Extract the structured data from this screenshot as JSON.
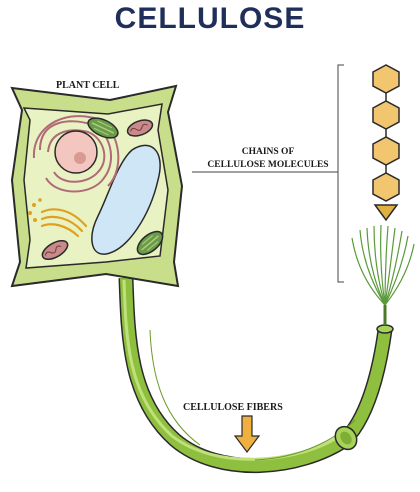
{
  "header": {
    "title": "CELLULOSE"
  },
  "labels": {
    "plant_cell": "PLANT CELL",
    "chains_line1": "CHAINS OF",
    "chains_line2": "CELLULOSE MOLECULES",
    "fibers": "CELLULOSE FIBERS"
  },
  "colors": {
    "outline": "#2a2a2a",
    "cell_wall": "#c8de8a",
    "cytoplasm": "#e9f2c2",
    "vacuole": "#cfe6f7",
    "nucleus": "#f3c7bf",
    "golgi": "#b06a78",
    "chloroplast": "#6a9a4a",
    "mitochondria": "#c88a8a",
    "hexagon": "#f1c66f",
    "fiber": "#8fbf3e",
    "arrow": "#f0b040"
  },
  "icons": [
    "chloroplast-icon",
    "mitochondrion-icon",
    "nucleus-icon",
    "vacuole-icon",
    "golgi-icon",
    "down-arrow-icon"
  ]
}
